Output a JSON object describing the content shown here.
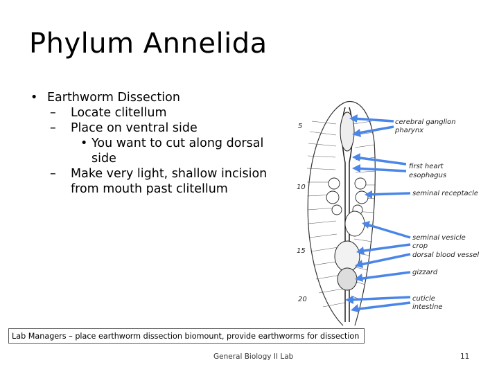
{
  "slide": {
    "title": "Phylum Annelida",
    "bullets": {
      "b1": "Earthworm Dissection",
      "b2a": "Locate clitellum",
      "b2b": "Place on ventral side",
      "b3": "You want to cut along dorsal side",
      "b2c": "Make very light, shallow incision from mouth past clitellum"
    },
    "caption": "Lab Managers – place earthworm dissection biomount, provide earthworms for dissection",
    "footer_center": "General Biology II Lab",
    "slide_number": "11"
  },
  "figure": {
    "labels": {
      "cerebral_ganglion": "cerebral ganglion",
      "pharynx": "pharynx",
      "first_heart": "first heart",
      "esophagus": "esophagus",
      "seminal_receptacle": "seminal receptacle",
      "seminal_vesicle": "seminal vesicle",
      "crop": "crop",
      "dorsal_blood_vessel": "dorsal blood vessel",
      "gizzard": "gizzard",
      "cuticle": "cuticle",
      "intestine": "intestine"
    },
    "segment_numbers": [
      "5",
      "10",
      "15",
      "20"
    ],
    "arrow_color": "#4a86e8"
  }
}
